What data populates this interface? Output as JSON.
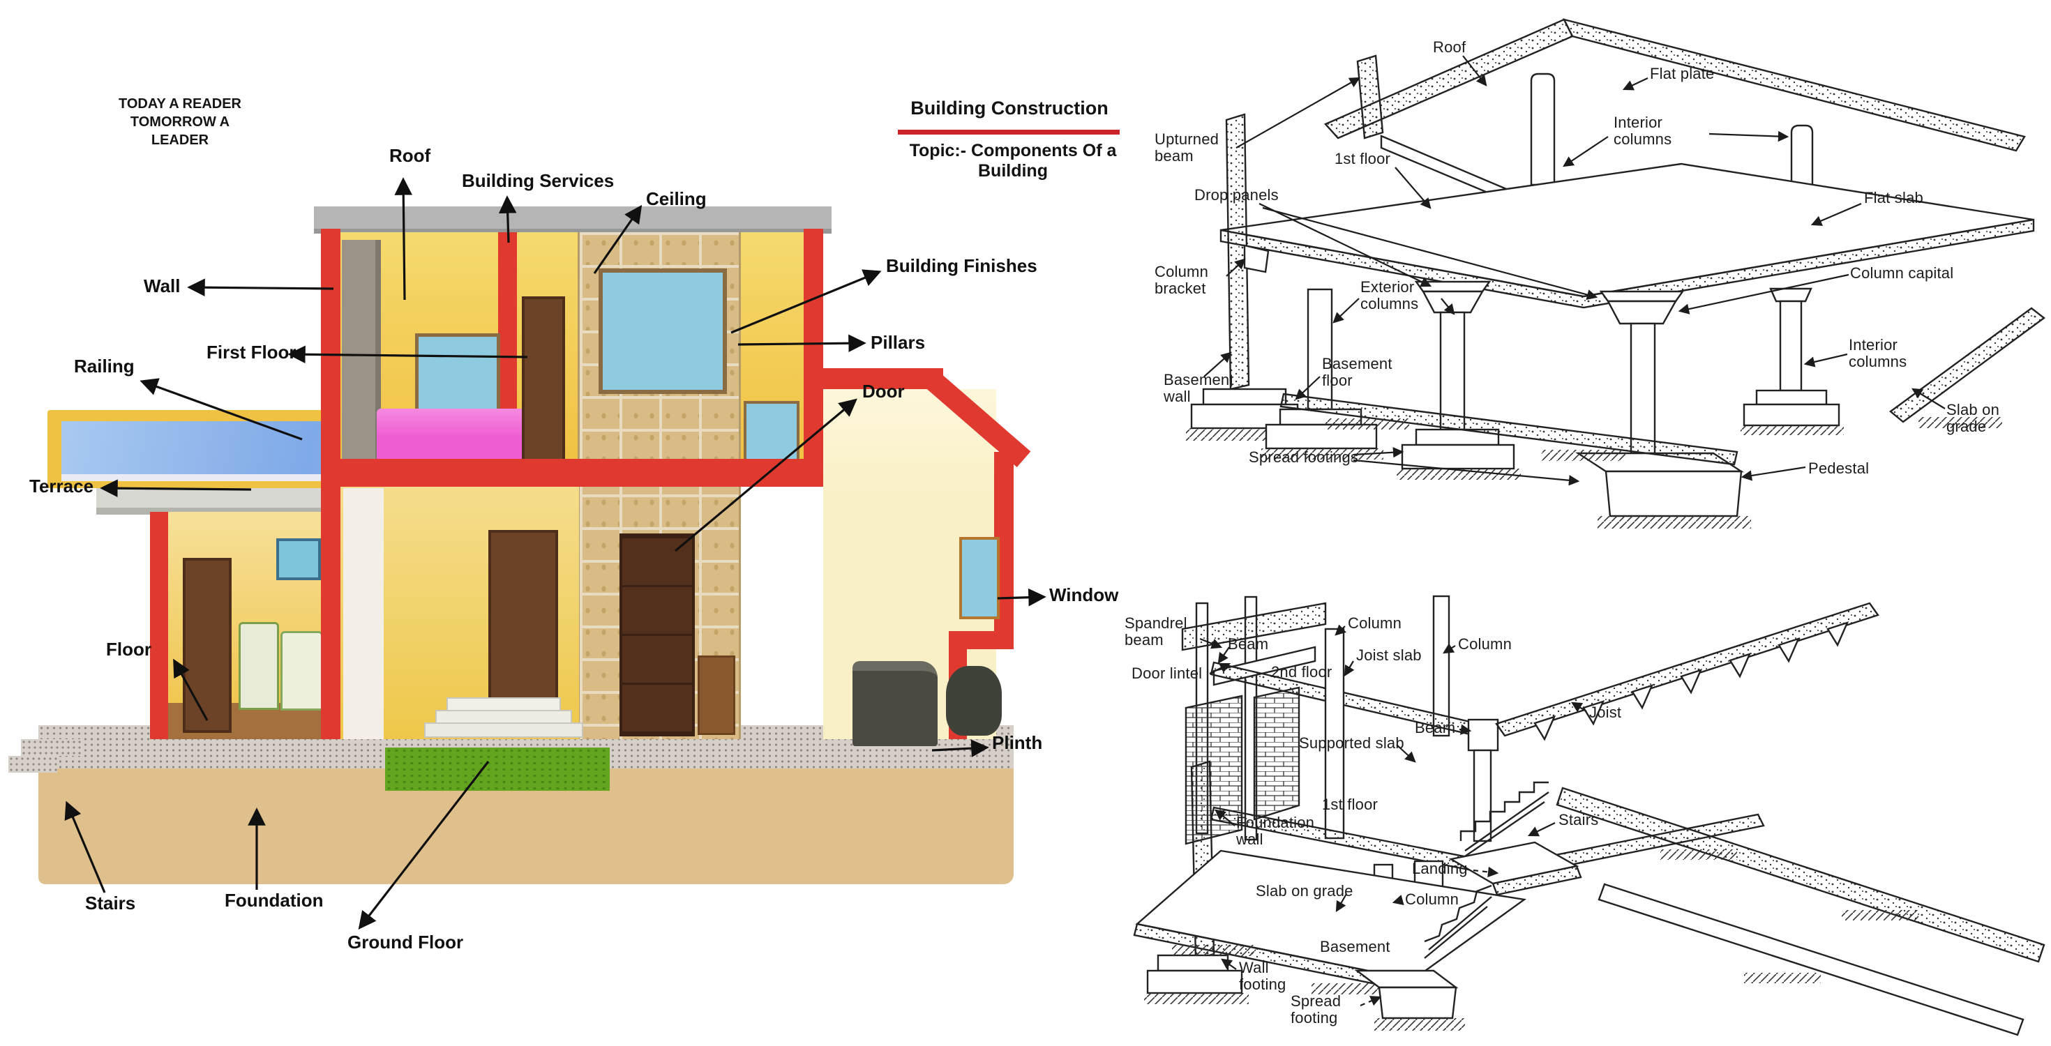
{
  "header": {
    "motto_line1": "TODAY A READER",
    "motto_line2": "TOMORROW A LEADER",
    "title": "Building Construction",
    "subtitle": "Topic:-  Components Of a Building"
  },
  "house": {
    "labels": {
      "roof": "Roof",
      "building_services": "Building Services",
      "ceiling": "Ceiling",
      "wall": "Wall",
      "first_floor": "First Floor",
      "building_finishes": "Building Finishes",
      "pillars": "Pillars",
      "railing": "Railing",
      "terrace": "Terrace",
      "door": "Door",
      "window": "Window",
      "floor": "Floor",
      "plinth": "Plinth",
      "stairs": "Stairs",
      "foundation": "Foundation",
      "ground_floor": "Ground Floor"
    }
  },
  "top_diagram": {
    "labels": {
      "roof": "Roof",
      "flat_plate": "Flat plate",
      "upturned_beam": "Upturned beam",
      "first_floor": "1st floor",
      "interior_columns_upper": "Interior columns",
      "drop_panels": "Drop panels",
      "flat_slab": "Flat slab",
      "column_bracket": "Column bracket",
      "exterior_columns": "Exterior columns",
      "column_capital": "Column capital",
      "basement_wall": "Basement wall",
      "basement_floor": "Basement floor",
      "interior_columns_lower": "Interior columns",
      "slab_on_grade": "Slab on grade",
      "spread_footings": "Spread footings",
      "pedestal": "Pedestal"
    }
  },
  "bottom_diagram": {
    "labels": {
      "spandrel_beam": "Spandrel beam",
      "door_lintel": "Door lintel",
      "beam_upper": "Beam",
      "second_floor": "2nd floor",
      "column_top": "Column",
      "joist_slab": "Joist slab",
      "column_right": "Column",
      "beam_lower": "Beam",
      "joist": "Joist",
      "supported_slab": "Supported slab",
      "first_floor": "1st floor",
      "foundation_wall": "Foundation wall",
      "slab_on_grade": "Slab on grade",
      "column_mid": "Column",
      "stairs": "Stairs",
      "landing": "Landing",
      "basement": "Basement",
      "wall_footing": "Wall footing",
      "spread_footing": "Spread footing"
    }
  },
  "colors": {
    "wall_red": "#e03a30",
    "wall_yellow": "#f0c243",
    "pale_yellow": "#faf0c8",
    "window_blue": "#8ecbe0",
    "railing_blue": "#8ab4ec",
    "bed_pink": "#ee5ed2",
    "grass_green": "#63a51f",
    "ground_tan": "#dfc08c",
    "roof_gray": "#b5b5b5",
    "stone_tan": "#d9bc85",
    "underline_red": "#cc2229",
    "ink": "#1a1a1a"
  }
}
